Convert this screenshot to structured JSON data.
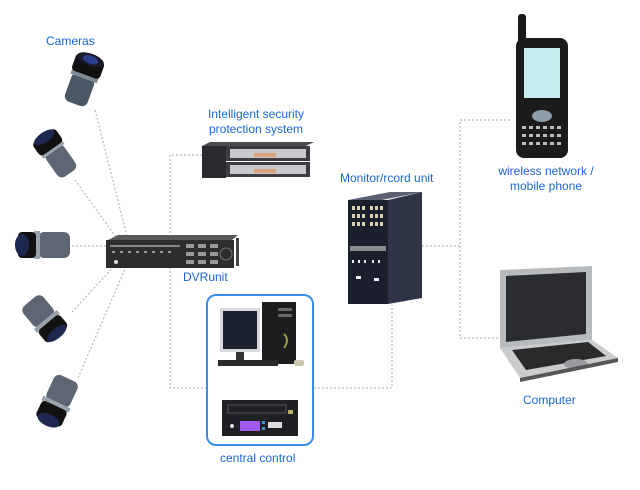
{
  "diagram": {
    "title": "Surveillance system network topology",
    "accent_color": "#1a66d6",
    "connector_color": "#aaaaaa",
    "labels": {
      "cameras": "Cameras",
      "security_system_line1": "Intelligent security",
      "security_system_line2": "protection system",
      "monitor_unit": "Monitor/rcord unit",
      "mobile_line1": "wireless network /",
      "mobile_line2": "mobile phone",
      "dvr": "DVRunit",
      "central_control": "central control",
      "computer": "Computer"
    },
    "nodes": [
      {
        "id": "camera-1",
        "type": "camera"
      },
      {
        "id": "camera-2",
        "type": "camera"
      },
      {
        "id": "camera-3",
        "type": "camera"
      },
      {
        "id": "camera-4",
        "type": "camera"
      },
      {
        "id": "camera-5",
        "type": "camera"
      },
      {
        "id": "dvr",
        "type": "dvr-recorder"
      },
      {
        "id": "security-system",
        "type": "rack-server"
      },
      {
        "id": "central-control-pc",
        "type": "desktop-pc"
      },
      {
        "id": "central-control-deck",
        "type": "recorder-deck"
      },
      {
        "id": "monitor-unit",
        "type": "control-cabinet"
      },
      {
        "id": "mobile-phone",
        "type": "smartphone"
      },
      {
        "id": "computer",
        "type": "laptop"
      }
    ],
    "edges": [
      [
        "camera-1",
        "dvr"
      ],
      [
        "camera-2",
        "dvr"
      ],
      [
        "camera-3",
        "dvr"
      ],
      [
        "camera-4",
        "dvr"
      ],
      [
        "camera-5",
        "dvr"
      ],
      [
        "dvr",
        "security-system"
      ],
      [
        "dvr",
        "central-control"
      ],
      [
        "central-control",
        "monitor-unit"
      ],
      [
        "monitor-unit",
        "mobile-phone"
      ],
      [
        "monitor-unit",
        "computer"
      ]
    ]
  }
}
